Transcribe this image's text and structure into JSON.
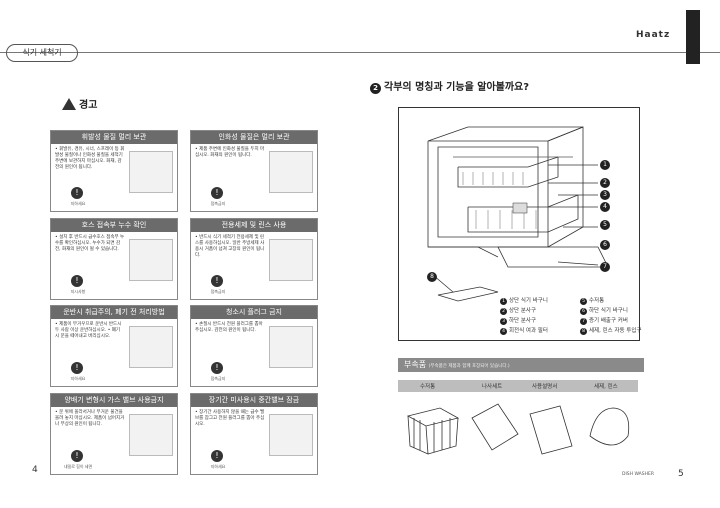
{
  "header": {
    "tab_label": "식기 세척기",
    "brand": "Haatz"
  },
  "left_page": {
    "warning_title": "경고",
    "page_number": "4",
    "cards": [
      {
        "title": "휘발성 물질 멀리 보관",
        "body": "• 휘발유, 경유, 시너, 스프레이 등 휘발성 물질이나 인화성 물질을 세척기 주변에 보관하지 마십시오. 화재, 감전의 원인이 됩니다.",
        "icon_label": "지하세요"
      },
      {
        "title": "인화성 물질은 멀리 보관",
        "body": "• 제품 주변에 인화성 물질을 두지 마십시오. 화재의 원인이 됩니다.",
        "icon_label": "접촉금지"
      },
      {
        "title": "호스 접속부 누수 확인",
        "body": "• 설치 후 반드시 급수호스 접속부 누수를 확인하십시오. 누수가 되면 감전, 화재의 원인이 될 수 있습니다.",
        "icon_label": "지시사항"
      },
      {
        "title": "전용세제 및 린스 사용",
        "body": "• 반드시 식기 세척기 전용세제 및 린스를 사용하십시오. 일반 주방세제 사용시 거품이 넘쳐 고장의 원인이 됩니다.",
        "icon_label": "접촉금지"
      },
      {
        "title": "운반시 취급주의, 폐기 전 처리방법",
        "body": "• 제품이 무거우므로 운반시 반드시 두 사람 이상 운반하십시오. • 폐기 시 문을 떼어내고 버리십시오.",
        "icon_label": "지하세요"
      },
      {
        "title": "청소시 플러그 금지",
        "body": "• 손질시 반드시 전원 플러그를 뽑아 주십시오. 감전의 원인이 됩니다.",
        "icon_label": "접촉금지"
      },
      {
        "title": "양배기 변형시 가스 밸브 사용금지",
        "body": "• 문 위에 올라서거나 무거운 물건을 올려 놓지 마십시오. 제품이 넘어지거나 부상의 원인이 됩니다.",
        "icon_label": "내밀로 힘이 세면"
      },
      {
        "title": "장기간 미사용시 중간밸브 잠금",
        "body": "• 장기간 사용하지 않을 때는 급수 밸브를 잠그고 전원 플러그를 뽑아 주십시오.",
        "icon_label": "지하세요"
      }
    ]
  },
  "right_page": {
    "section_number": "2",
    "section_title": "각부의 명칭과 기능을 알아볼까요?",
    "callouts": [
      "1",
      "2",
      "3",
      "4",
      "5",
      "6",
      "7",
      "8"
    ],
    "legend": [
      {
        "num": "1",
        "label": "상단 식기 바구니"
      },
      {
        "num": "2",
        "label": "상단 분사구"
      },
      {
        "num": "3",
        "label": "하단 분사구"
      },
      {
        "num": "4",
        "label": "회전식 여과 필터"
      },
      {
        "num": "5",
        "label": "수저통"
      },
      {
        "num": "6",
        "label": "하단 식기 바구니"
      },
      {
        "num": "7",
        "label": "증기 배출구 커버"
      },
      {
        "num": "8",
        "label": "세제, 린스 자동 투입구"
      }
    ],
    "accessories": {
      "title": "부속품",
      "subtitle": "(부속품은 제품과 함께 포장되어 있습니다.)",
      "items": [
        "수저통",
        "나사세트",
        "사용설명서",
        "세제, 린스"
      ]
    },
    "page_number": "5",
    "model_label": "DISH WASHER"
  }
}
